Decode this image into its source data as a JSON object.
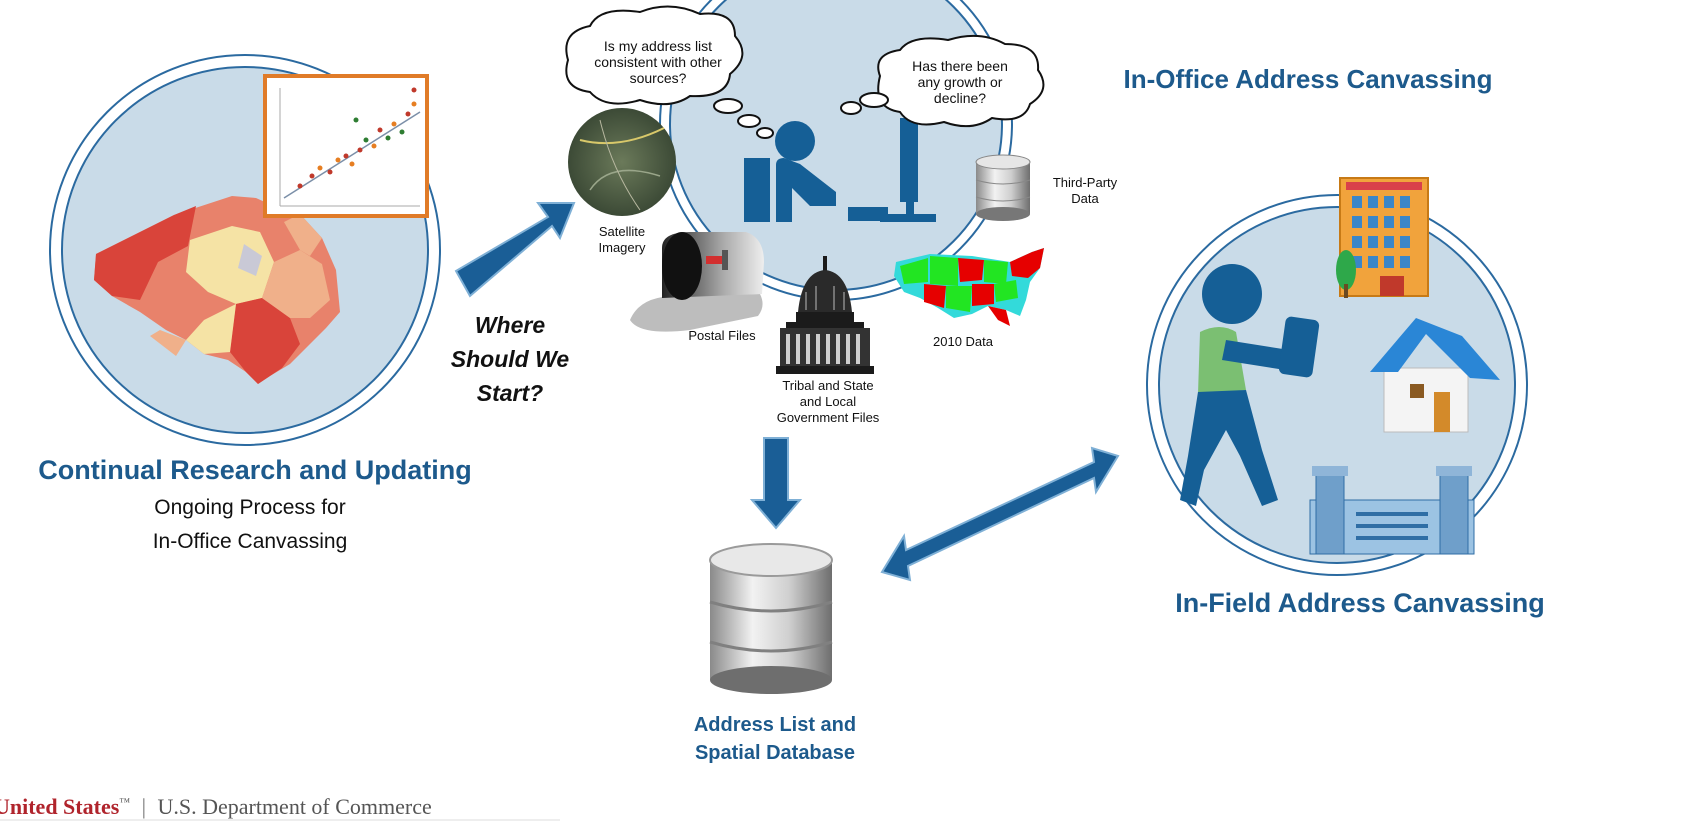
{
  "left_section": {
    "title": "Continual Research and Updating",
    "subtitle_line1": "Ongoing Process for",
    "subtitle_line2": "In-Office Canvassing"
  },
  "middle_arrow_label": {
    "line1": "Where",
    "line2": "Should We",
    "line3": "Start?"
  },
  "in_office": {
    "title": "In-Office Address Canvassing",
    "thought_left": [
      "Is my address list",
      "consistent with other",
      "sources?"
    ],
    "thought_right": [
      "Has there been",
      "any growth or",
      "decline?"
    ],
    "sources": {
      "satellite": [
        "Satellite",
        "Imagery"
      ],
      "third_party": [
        "Third-Party",
        "Data"
      ],
      "postal": "Postal Files",
      "data_2010": "2010 Data",
      "government": [
        "Tribal and State",
        "and Local",
        "Government Files"
      ]
    }
  },
  "database": {
    "line1": "Address List and",
    "line2": "Spatial Database"
  },
  "in_field": {
    "title": "In-Field Address Canvassing"
  },
  "footer": {
    "brand": "United States",
    "trademark": "™",
    "separator": "|",
    "dept": "U.S. Department of Commerce"
  },
  "colors": {
    "heading_blue": "#1d5a8c",
    "arrow_blue": "#1a5e96",
    "circle_fill": "#c9dbe8",
    "circle_ring": "#2b6aa0",
    "person_blue": "#155f96",
    "footer_red": "#b0242c"
  }
}
